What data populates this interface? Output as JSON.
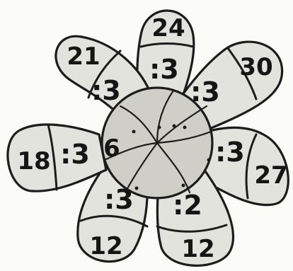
{
  "petals": [
    {
      "id": "top",
      "number": "24",
      "operation": ":3"
    },
    {
      "id": "upper-right",
      "number": "30",
      "operation": ":3"
    },
    {
      "id": "right",
      "number": "27",
      "operation": ":3"
    },
    {
      "id": "lower-right",
      "number": "12",
      "operation": ":2"
    },
    {
      "id": "lower-left",
      "number": "12",
      "operation": ":3"
    },
    {
      "id": "left",
      "number": "18",
      "operation": ":3"
    },
    {
      "id": "upper-left",
      "number": "21",
      "operation": ":3"
    }
  ],
  "center_answers": [
    "6",
    "",
    "",
    "",
    "",
    "",
    ""
  ],
  "colors": {
    "ink": "#1c1c1c",
    "petal_fill": "#e3e3dd",
    "center_fill": "#cfcfc8",
    "paper": "#fbfbf7"
  }
}
